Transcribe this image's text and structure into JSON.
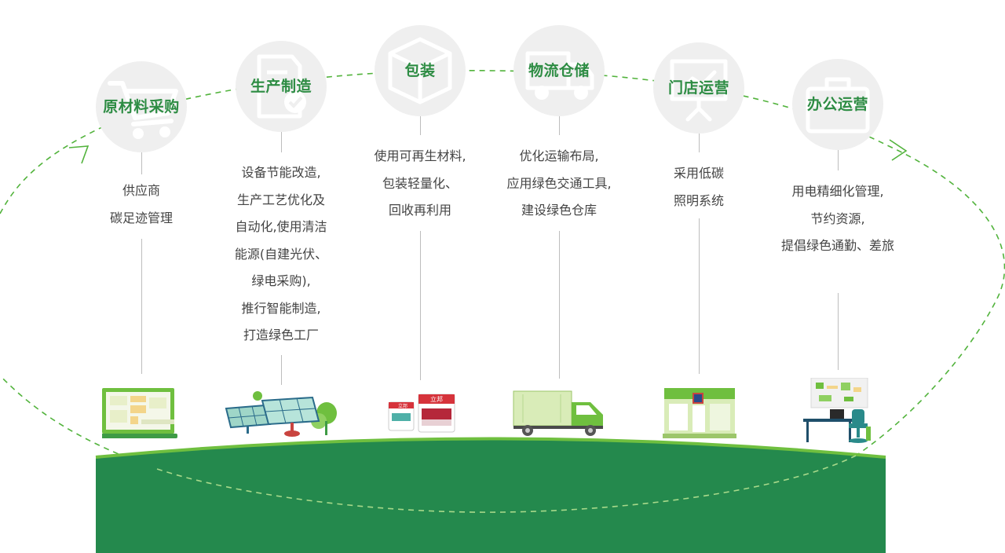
{
  "stages": [
    {
      "id": "raw",
      "title": "原材料采购",
      "icon": "cart-icon",
      "desc": [
        "供应商",
        "碳足迹管理"
      ],
      "illustration": "laptop-dashboard-illustration"
    },
    {
      "id": "production",
      "title": "生产制造",
      "icon": "document-check-icon",
      "desc": [
        "设备节能改造,",
        "生产工艺优化及",
        "自动化,使用清洁",
        "能源(自建光伏、",
        "绿电采购),",
        "推行智能制造,",
        "打造绿色工厂"
      ],
      "illustration": "solar-panels-illustration"
    },
    {
      "id": "packaging",
      "title": "包装",
      "icon": "box-icon",
      "desc": [
        "使用可再生材料,",
        "包装轻量化、",
        "回收再利用"
      ],
      "illustration": "paint-buckets-illustration",
      "product_brand": "立邦"
    },
    {
      "id": "logistics",
      "title": "物流仓储",
      "icon": "truck-icon",
      "desc": [
        "优化运输布局,",
        "应用绿色交通工具,",
        "建设绿色仓库"
      ],
      "illustration": "truck-illustration"
    },
    {
      "id": "store",
      "title": "门店运营",
      "icon": "presentation-board-icon",
      "desc": [
        "采用低碳",
        "照明系统"
      ],
      "illustration": "storefront-illustration"
    },
    {
      "id": "office",
      "title": "办公运营",
      "icon": "briefcase-icon",
      "desc": [
        "用电精细化管理,",
        "节约资源,",
        "提倡绿色通勤、差旅"
      ],
      "illustration": "office-desk-illustration"
    }
  ],
  "colors": {
    "title_green": "#2d8c43",
    "ground_green": "#24894d",
    "ground_rim": "#6fbf3f",
    "dash_green": "#52b33c",
    "icon_gray": "#efefef"
  }
}
